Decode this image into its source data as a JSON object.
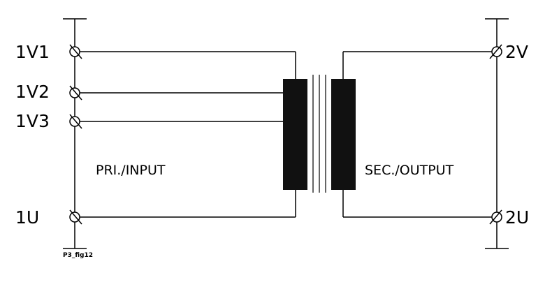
{
  "labels": {
    "primary_section": "PRI./INPUT",
    "secondary_section": "SEC./OUTPUT",
    "figure_id": "P3_fig12"
  },
  "primary_terminals": {
    "v1": "1V1",
    "v2": "1V2",
    "v3": "1V3",
    "u": "1U"
  },
  "secondary_terminals": {
    "v": "2V",
    "u": "2U"
  },
  "colors": {
    "ink": "#000000",
    "winding_fill": "#111111",
    "background": "#ffffff"
  }
}
